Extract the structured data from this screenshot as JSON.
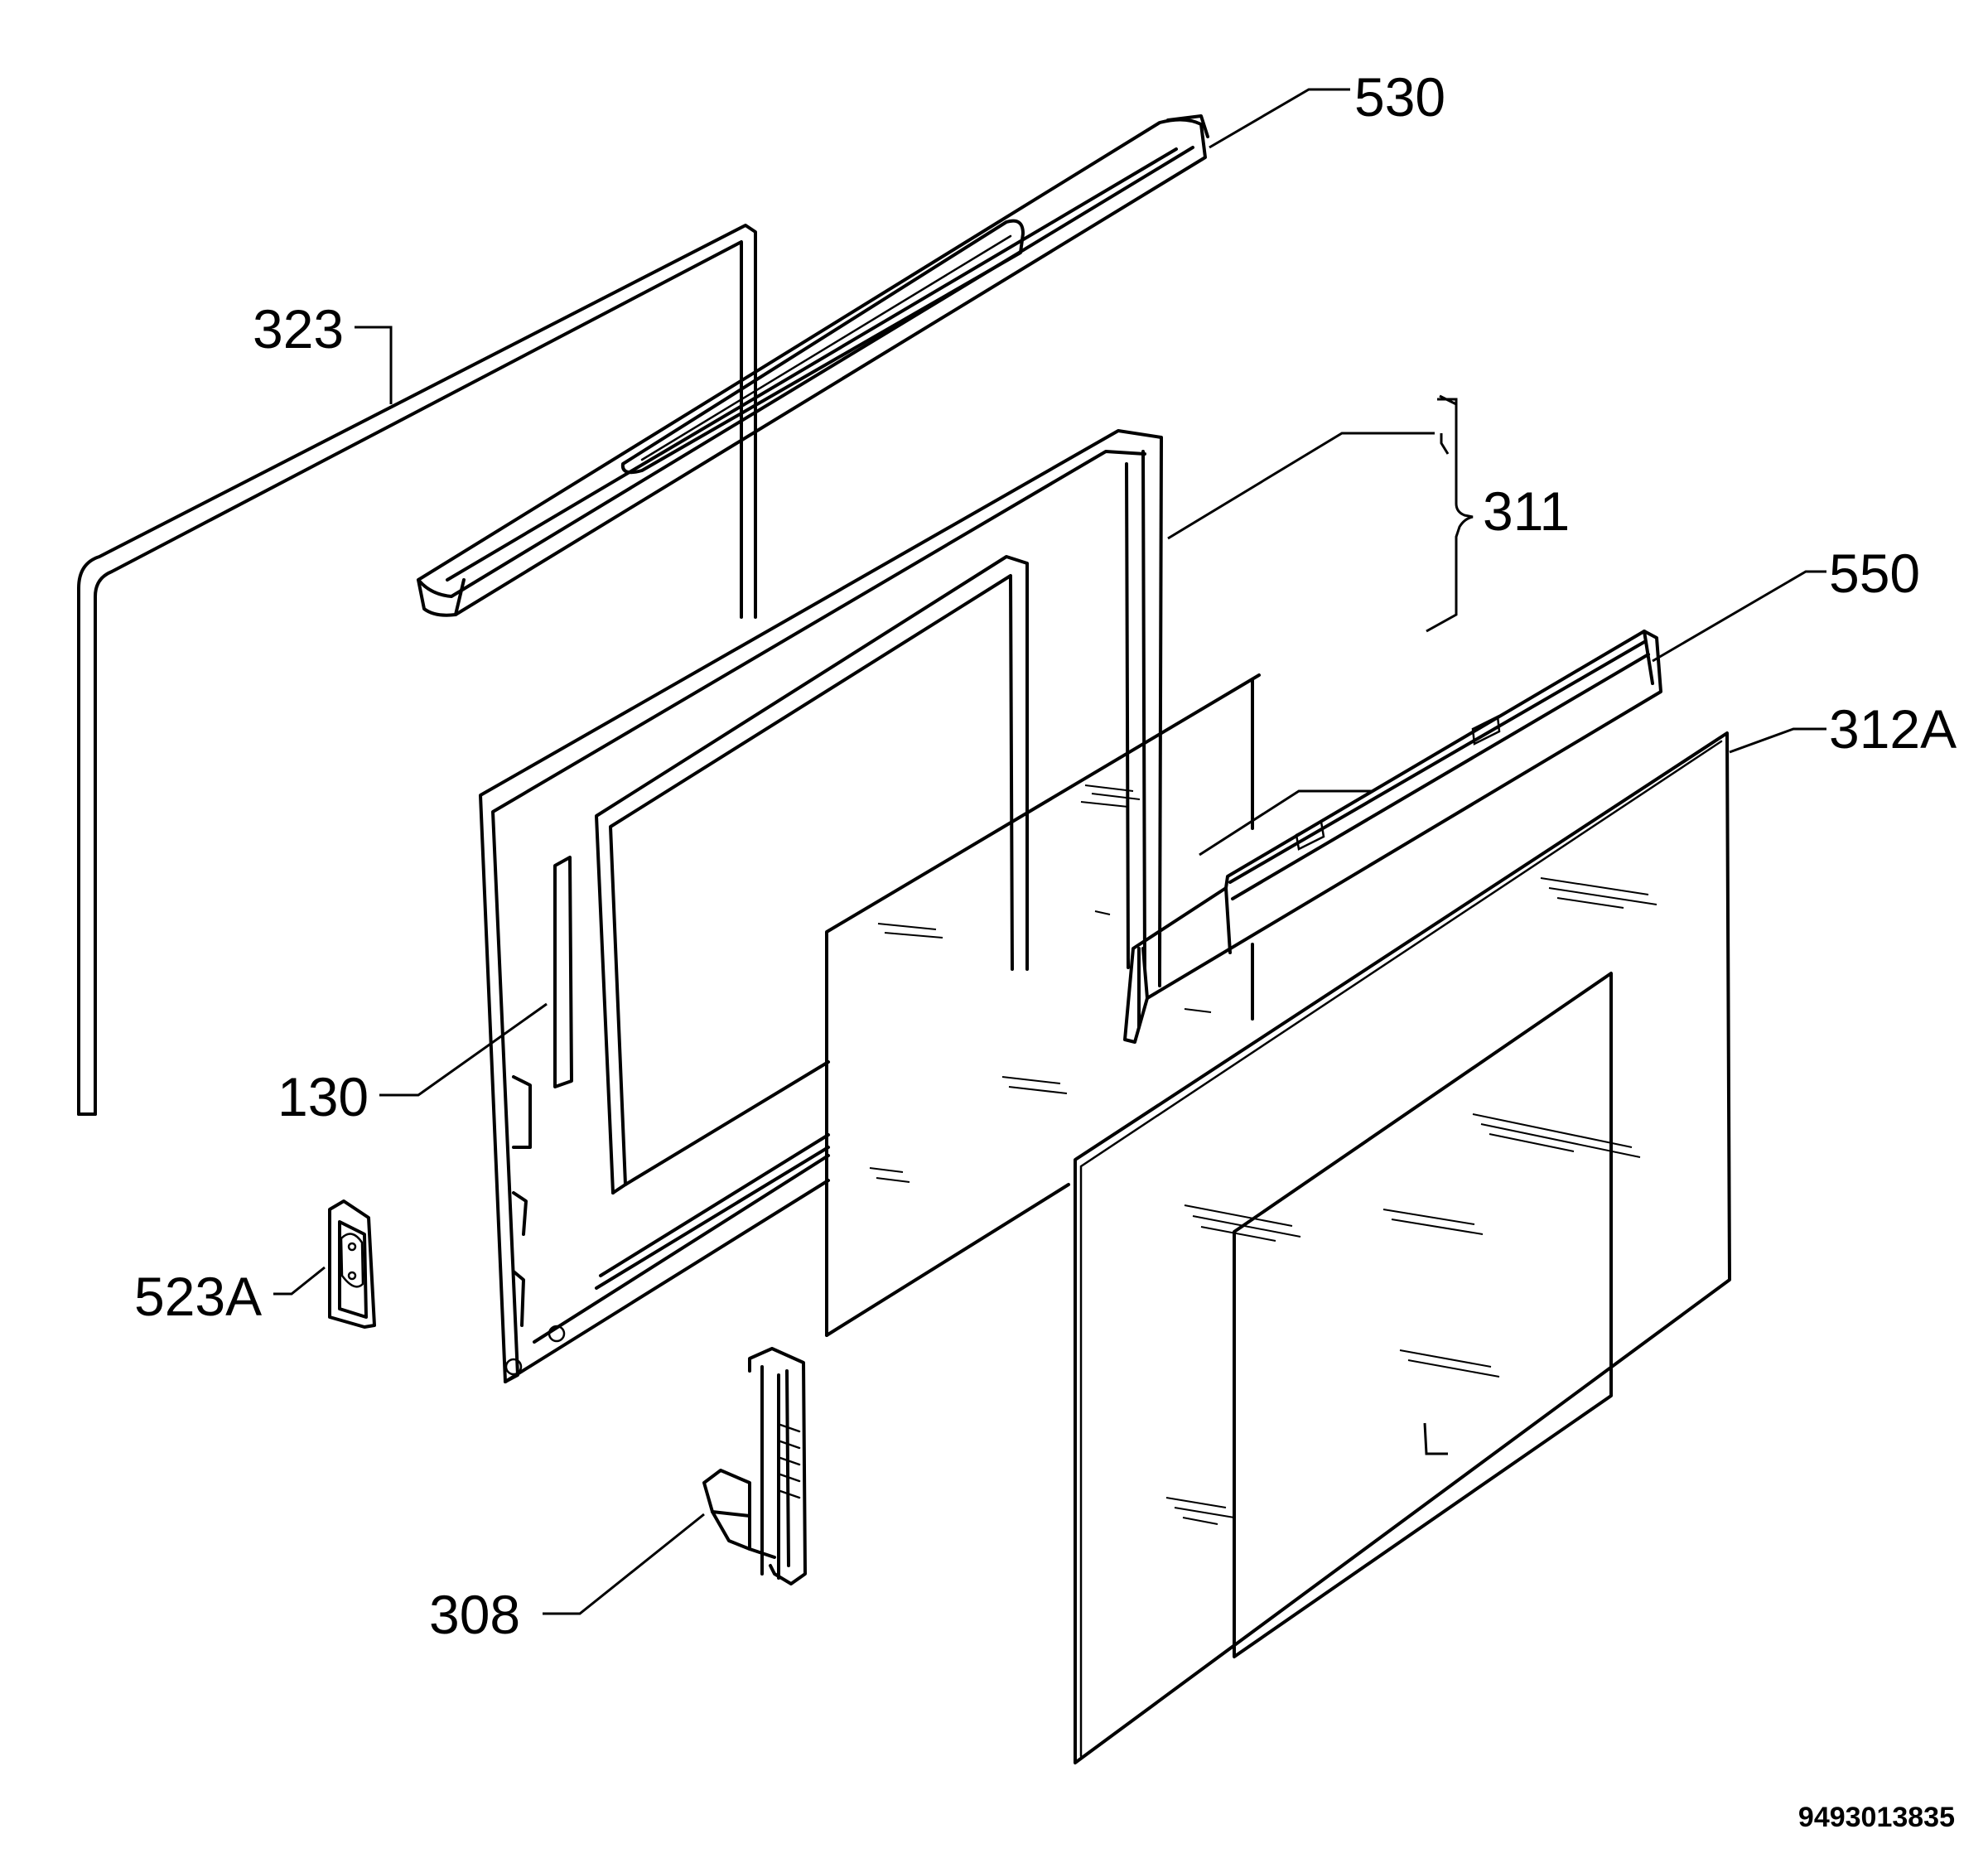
{
  "callouts": {
    "c530": "530",
    "c323": "323",
    "c311": "311",
    "c550": "550",
    "c312a": "312A",
    "c130": "130",
    "c523a": "523A",
    "c308": "308"
  },
  "drawing_number": "9493013835"
}
